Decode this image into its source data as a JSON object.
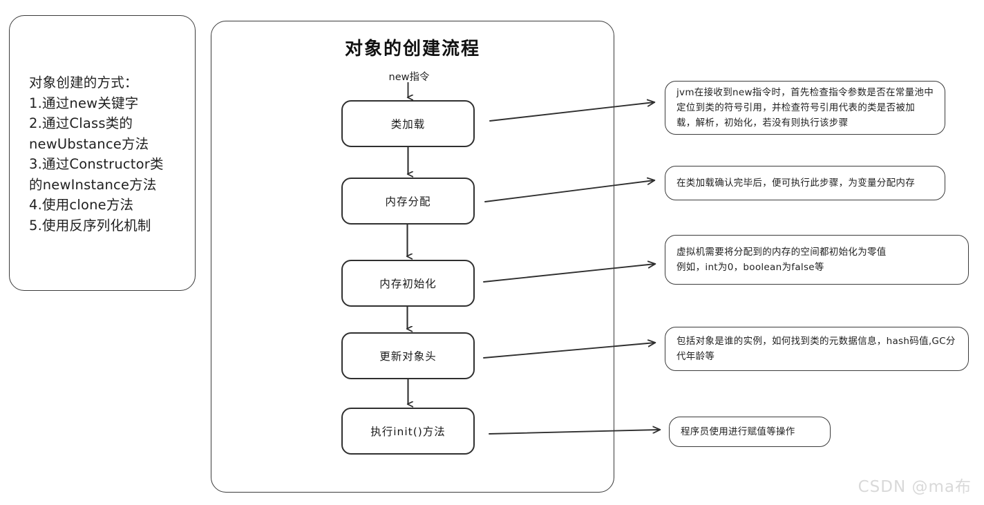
{
  "methods_panel": {
    "lines": [
      "对象创建的方式：",
      "1.通过new关键字",
      "2.通过Class类的",
      "newUbstance方法",
      "3.通过Constructor类",
      "的newInstance方法",
      "4.使用clone方法",
      "5.使用反序列化机制"
    ]
  },
  "flow": {
    "title": "对象的创建流程",
    "entry_label": "new指令",
    "nodes": [
      {
        "label": "类加载"
      },
      {
        "label": "内存分配"
      },
      {
        "label": "内存初始化"
      },
      {
        "label": "更新对象头"
      },
      {
        "label": "执行init()方法"
      }
    ]
  },
  "notes": [
    {
      "text": "jvm在接收到new指令时，首先检查指令参数是否在常量池中定位到类的符号引用，并检查符号引用代表的类是否被加载，解析，初始化，若没有则执行该步骤"
    },
    {
      "text": "在类加载确认完毕后，便可执行此步骤，为变量分配内存"
    },
    {
      "text": "虚拟机需要将分配到的内存的空间都初始化为零值\n例如，int为0，boolean为false等"
    },
    {
      "text": "包括对象是谁的实例，如何找到类的元数据信息，hash码值,GC分代年龄等"
    },
    {
      "text": "程序员使用进行赋值等操作"
    }
  ],
  "watermark": {
    "text": "CSDN @ma布"
  },
  "colors": {
    "stroke": "#2f2f2f",
    "text": "#1f1f1f",
    "watermark": "#d9d9d9",
    "background": "#ffffff"
  }
}
